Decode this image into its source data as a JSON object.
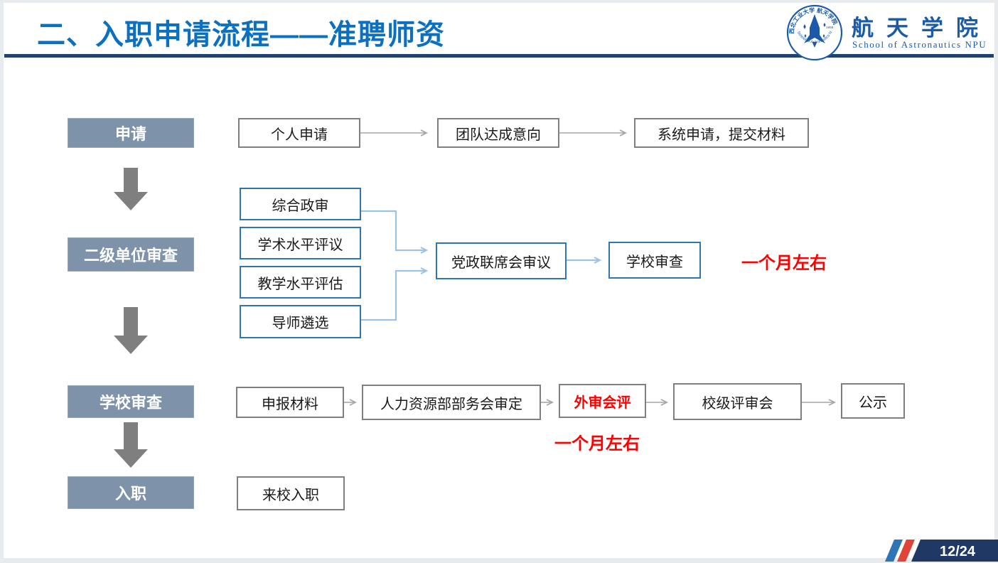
{
  "slide": {
    "title": "二、入职申请流程——准聘师资",
    "page_number": "12/24"
  },
  "logo": {
    "school_name_cn": "航天学院",
    "school_name_en": "School of Astronautics NPU",
    "seal_text_top": "西北工业大学 航天学院",
    "seal_text_bottom": "School of Astronautics NPU",
    "seal_year": "1958"
  },
  "flow": {
    "stages": [
      {
        "label": "申请"
      },
      {
        "label": "二级单位审查"
      },
      {
        "label": "学校审查"
      },
      {
        "label": "入职"
      }
    ],
    "apply_row": {
      "steps": [
        "个人申请",
        "团队达成意向",
        "系统申请，提交材料"
      ]
    },
    "unit_review_row": {
      "checks": [
        "综合政审",
        "学术水平评议",
        "教学水平评估",
        "导师遴选"
      ],
      "joint_meeting": "党政联席会审议",
      "school_check": "学校审查",
      "duration_note": "一个月左右"
    },
    "school_review_row": {
      "steps": [
        "申报材料",
        "人力资源部部务会审定",
        "外审会评",
        "校级评审会",
        "公示"
      ],
      "duration_note": "一个月左右"
    },
    "onboard_row": {
      "steps": [
        "来校入职"
      ]
    }
  },
  "colors": {
    "title_blue": "#0B70C0",
    "underline_navy": "#1F4273",
    "stage_fill": "#7E92A9",
    "box_border_gray": "#7F7F7F",
    "box_border_blue": "#2E75B6",
    "connector_light_blue": "#9CC2E6",
    "connector_gray": "#A6A6A6",
    "block_arrow_gray": "#7F7F7F",
    "highlight_red": "#FF0000",
    "footer_navy": "#1F3864",
    "footer_slash_blue": "#2E75B6",
    "footer_slash_red": "#E04438"
  }
}
